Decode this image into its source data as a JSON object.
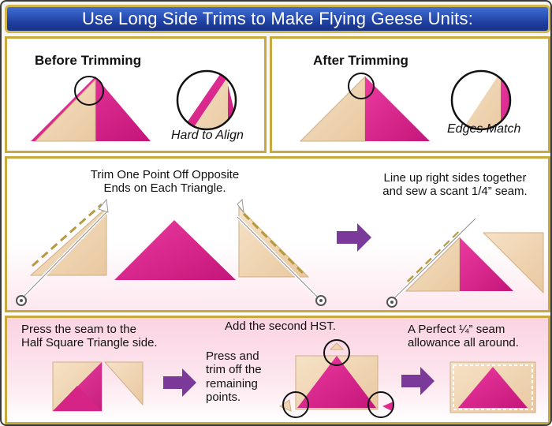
{
  "title": "Use Long Side Trims to Make Flying Geese Units:",
  "before": {
    "heading": "Before Trimming",
    "caption": "Hard to Align"
  },
  "after": {
    "heading": "After Trimming",
    "caption": "Edges Match"
  },
  "middle": {
    "instruction_left": [
      "Trim One Point Off Opposite",
      "Ends on Each Triangle."
    ],
    "instruction_right": [
      "Line up right sides together",
      "and sew a scant 1/4” seam."
    ]
  },
  "bottom": {
    "step1": [
      "Press the seam to the",
      "Half Square Triangle side."
    ],
    "step2": [
      "Press and",
      "trim off the",
      "remaining",
      "points."
    ],
    "step3": "Add the second HST.",
    "step4": [
      "A Perfect ¼” seam",
      "allowance all around."
    ]
  },
  "colors": {
    "title_bg": "#1d3c9c",
    "border_gold": "#c8a93e",
    "tan": "#f1d6b3",
    "pink": "#e0288f",
    "arrow_purple": "#7b3a9a"
  }
}
